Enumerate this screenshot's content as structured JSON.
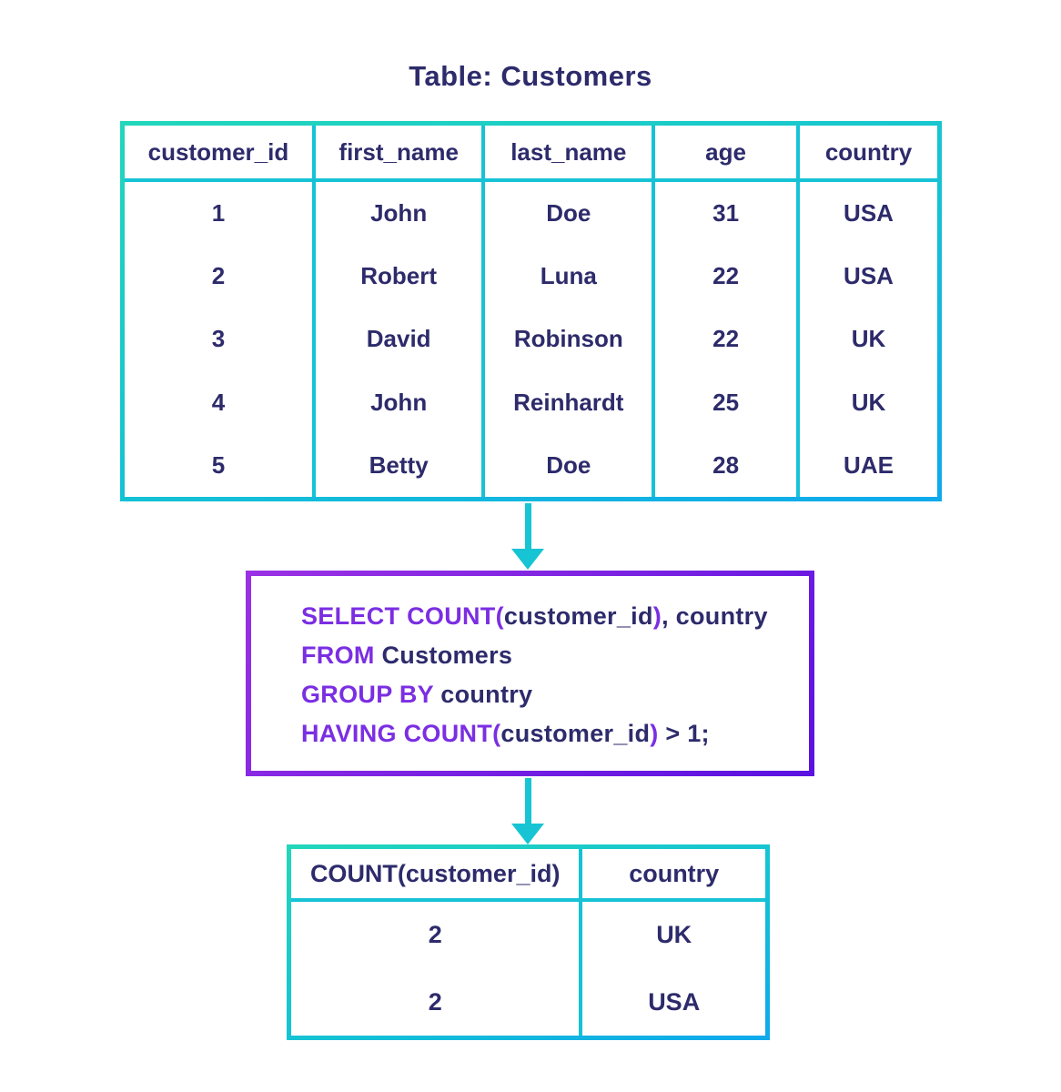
{
  "diagram_title": "Table: Customers",
  "customers_table": {
    "headers": [
      "customer_id",
      "first_name",
      "last_name",
      "age",
      "country"
    ],
    "rows": [
      [
        "1",
        "John",
        "Doe",
        "31",
        "USA"
      ],
      [
        "2",
        "Robert",
        "Luna",
        "22",
        "USA"
      ],
      [
        "3",
        "David",
        "Robinson",
        "22",
        "UK"
      ],
      [
        "4",
        "John",
        "Reinhardt",
        "25",
        "UK"
      ],
      [
        "5",
        "Betty",
        "Doe",
        "28",
        "UAE"
      ]
    ]
  },
  "sql_query": {
    "lines": [
      [
        "SELECT COUNT(",
        "customer_id",
        ")",
        ", country"
      ],
      [
        "FROM ",
        "Customers"
      ],
      [
        "GROUP BY ",
        "country"
      ],
      [
        "HAVING COUNT(",
        "customer_id",
        ")",
        " > 1;"
      ]
    ]
  },
  "result_table": {
    "headers": [
      "COUNT(customer_id)",
      "country"
    ],
    "rows": [
      [
        "2",
        "UK"
      ],
      [
        "2",
        "USA"
      ]
    ]
  },
  "colors": {
    "text_navy": "#2d2b6b",
    "keyword_purple": "#7b2ee2",
    "table_border_teal_start": "#22d6bb",
    "table_border_teal_end": "#0fa9ec",
    "sql_border_purple_start": "#9a31e4",
    "sql_border_purple_end": "#5b11e0",
    "arrow_teal": "#17c4d4"
  }
}
